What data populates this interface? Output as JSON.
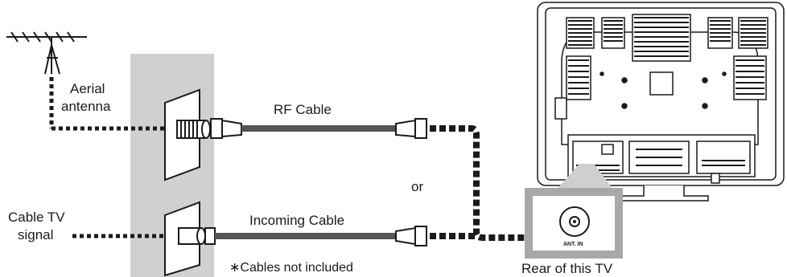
{
  "labels": {
    "aerial_antenna": [
      "Aerial",
      "antenna"
    ],
    "cable_tv_signal": [
      "Cable TV",
      "signal"
    ],
    "rf_cable": "RF Cable",
    "incoming_cable": "Incoming Cable",
    "or": "or",
    "cables_not_included": "∗Cables not included",
    "rear_of_tv": "Rear of this TV",
    "ant_in": "ANT. IN"
  },
  "colors": {
    "wall_panel": "#d0d0d0",
    "cable": "#555555",
    "dotted_line": "#1a1a1a",
    "outline": "#1a1a1a",
    "highlight_frame": "#a8a8a8"
  },
  "icons": [
    "antenna-icon",
    "wall-outlet-icon",
    "coaxial-connector-icon",
    "tv-rear-icon",
    "ant-in-jack-icon",
    "arrow-right-icon"
  ]
}
